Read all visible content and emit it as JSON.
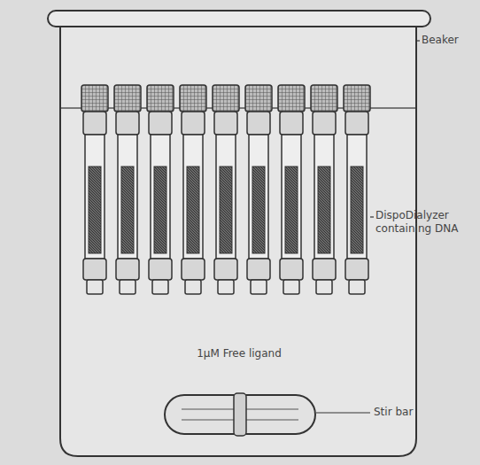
{
  "diagram": {
    "labels": [
      "Beaker",
      "DispoDialyzer containing DNA",
      "1μM Free ligand",
      "Stir bar"
    ]
  }
}
